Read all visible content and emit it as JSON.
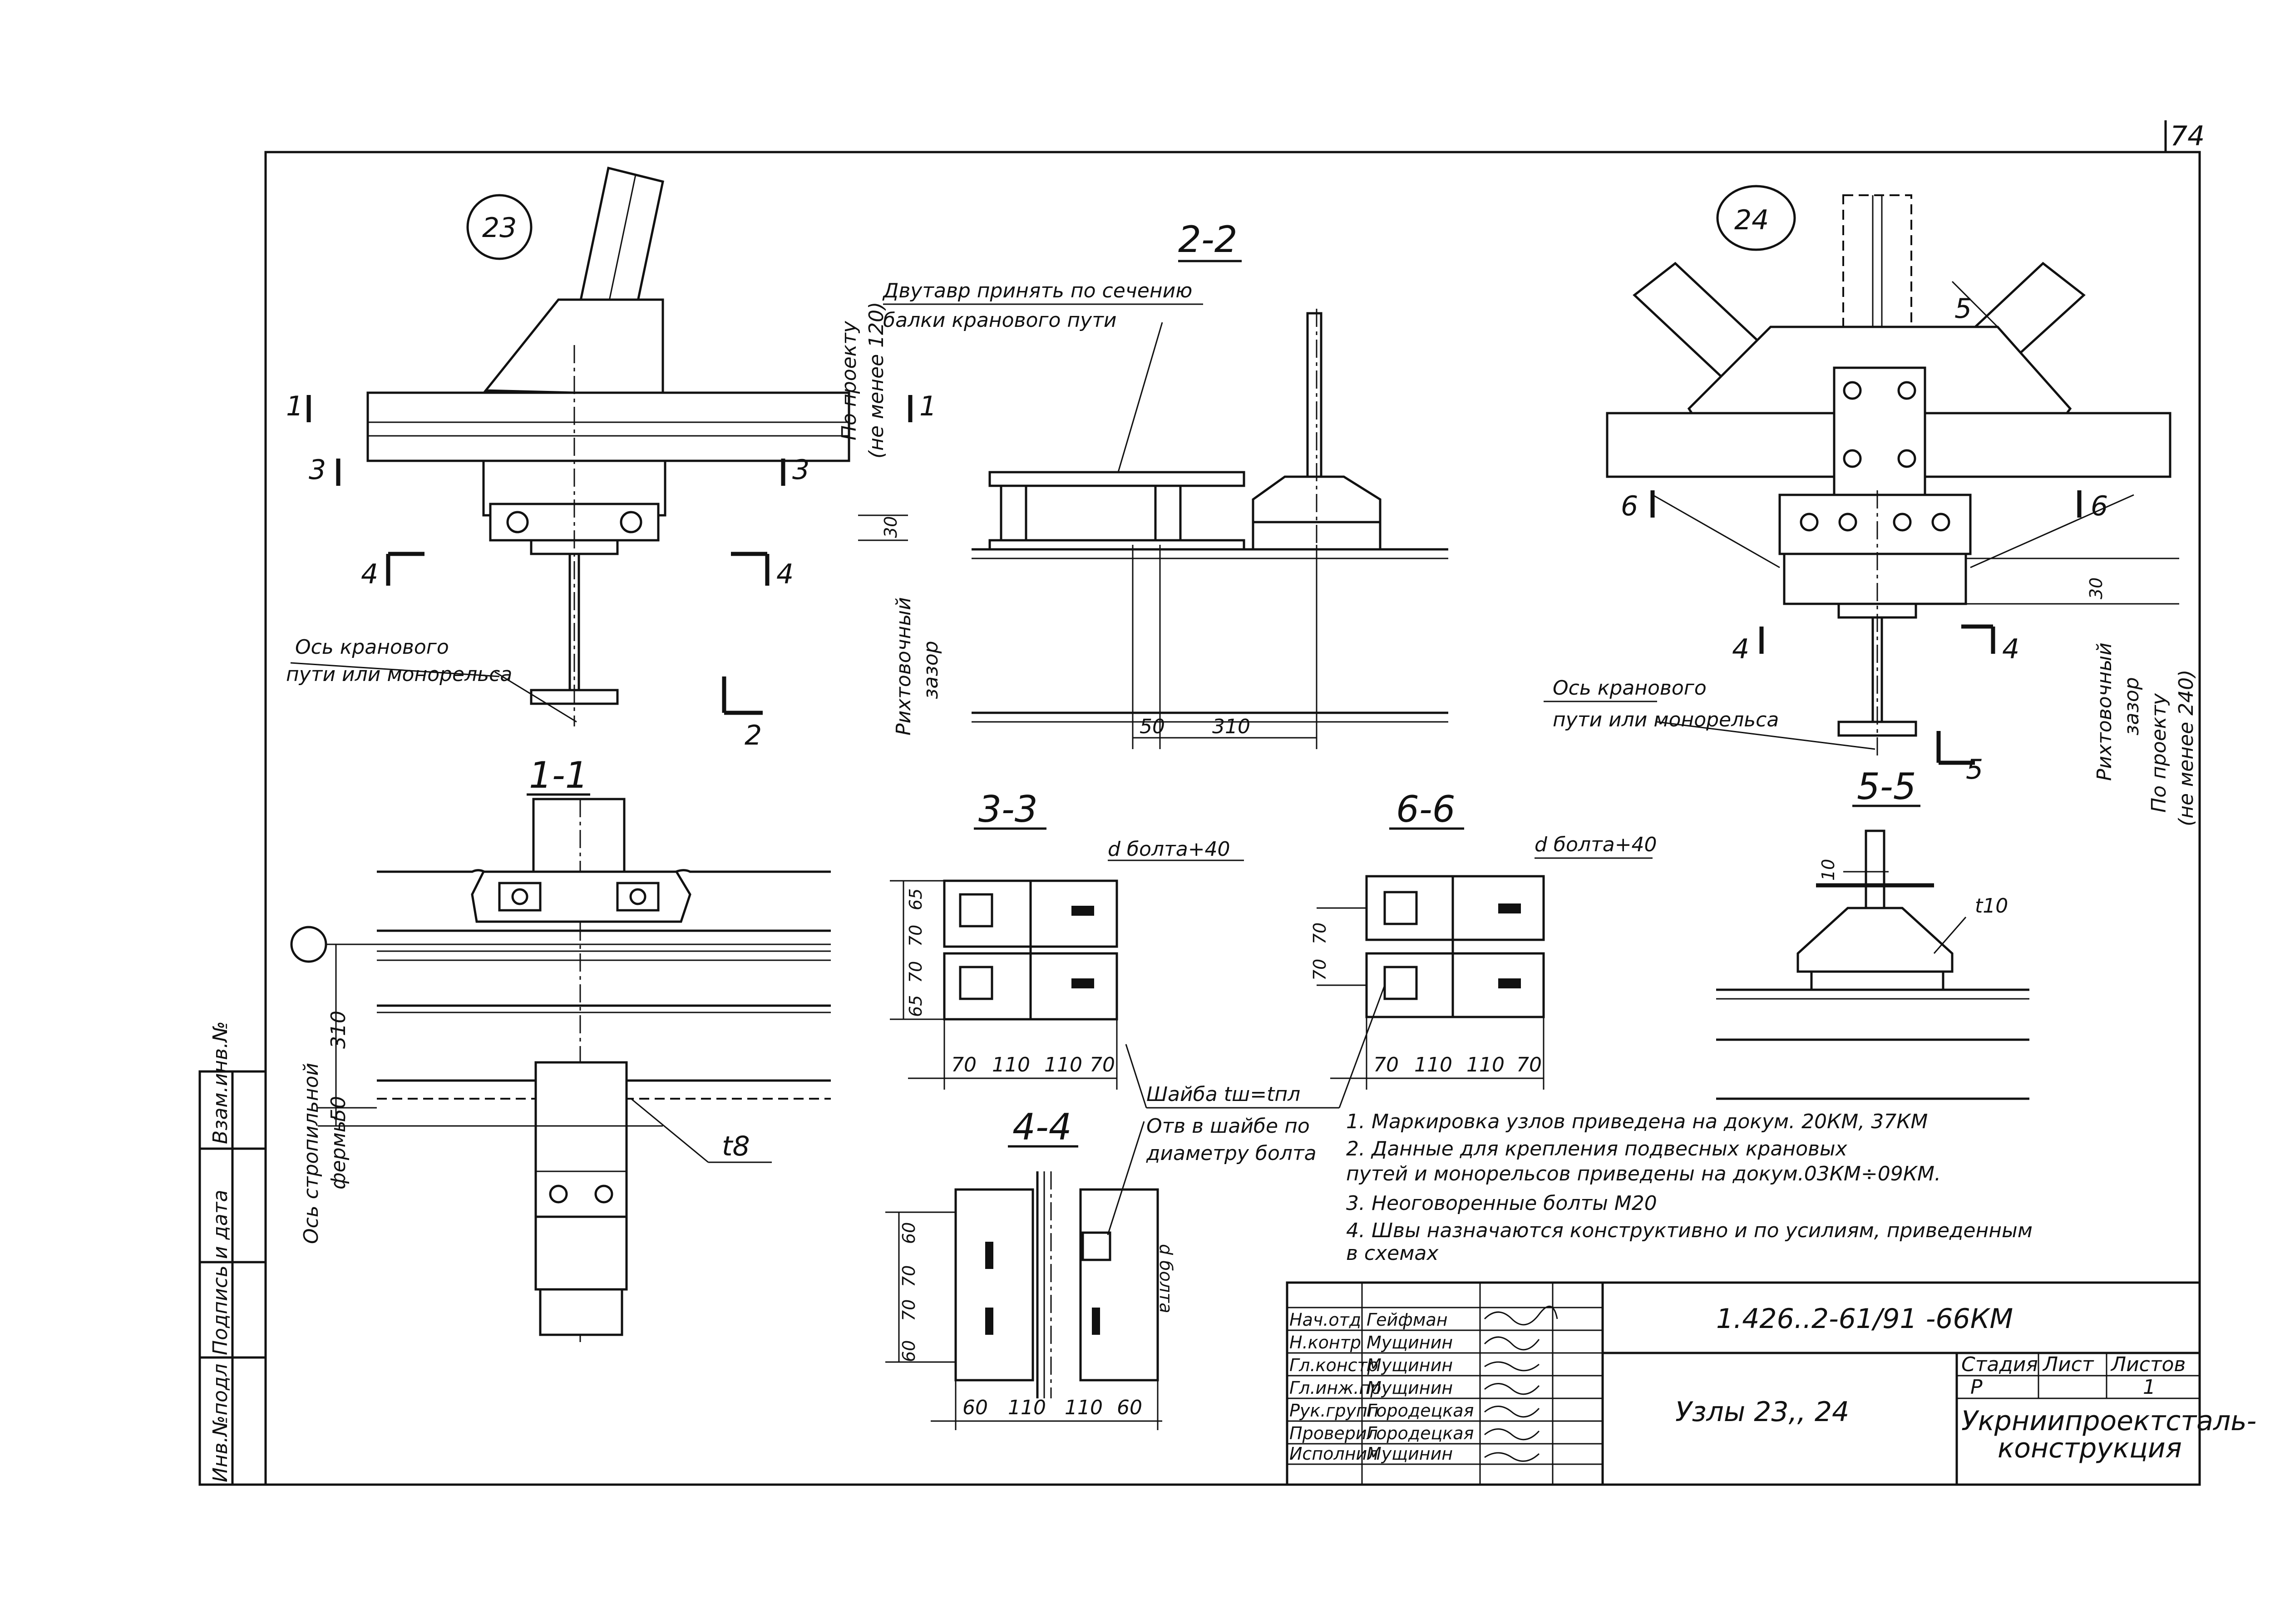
{
  "sheet": {
    "page_number": "74",
    "node_23": "23",
    "node_24": "24",
    "sections": {
      "s22": "2-2",
      "s11": "1-1",
      "s33": "3-3",
      "s66": "6-6",
      "s44": "4-4",
      "s55": "5-5"
    },
    "cut_marks": {
      "one": "1",
      "two": "2",
      "three": "3",
      "four": "4",
      "five": "5",
      "six": "6"
    },
    "labels": {
      "dvutavr": "Двутавр принять по сечению",
      "dvutavr2": "балки кранового пути",
      "po_proektu_a": "По проекту",
      "po_proektu_b": "(не менее 120)",
      "rikht_a": "Рихтовочный",
      "rikht_b": "зазор",
      "os_kran_a": "Ось кранового",
      "os_kran_b": "пути или монорельса",
      "os_strop_a": "Ось стропильной",
      "os_strop_b": "фермы",
      "d_bolta": "d болта+40",
      "shaiba": "Шайба tш=tпл",
      "otv_a": "Отв в шайбе по",
      "otv_b": "диаметру болта",
      "t8": "t8",
      "t10": "t10",
      "po_proektu2_b": "(не менее 240)",
      "d_hint": "d болта"
    },
    "dims": {
      "d50": "50",
      "d310": "310",
      "d30": "30",
      "d70": "70",
      "d110": "110",
      "d65": "65",
      "d60": "60",
      "d10": "10"
    },
    "notes": [
      "1. Маркировка узлов приведена на докум. 20КМ, 37КМ",
      "2. Данные для крепления подвесных крановых",
      "   путей и монорельсов приведены на   докум.03КМ÷09КМ.",
      "3. Неоговоренные болты М20",
      "4. Швы назначаются конструктивно  и по усилиям, приведенным",
      "   в схемах"
    ],
    "title_block": {
      "doc_code": "1.426..2-61/91  -66КМ",
      "title": "Узлы 23,, 24",
      "stage_header": "Стадия",
      "sheet_header": "Лист",
      "sheets_header": "Листов",
      "stage": "Р",
      "sheets": "1",
      "org_a": "Укрниипроектсталь-",
      "org_b": "конструкция",
      "signers": [
        {
          "role": "Нач.отд",
          "name": "Гейфман"
        },
        {
          "role": "Н.контр",
          "name": "Мущинин"
        },
        {
          "role": "Гл.констр",
          "name": "Мущинин"
        },
        {
          "role": "Гл.инж.пр",
          "name": "Мущинин"
        },
        {
          "role": "Рук.групп",
          "name": "Городецкая"
        },
        {
          "role": "Проверил",
          "name": "Городецкая"
        },
        {
          "role": "Исполнил",
          "name": "Мущинин"
        }
      ]
    },
    "side_stamp": [
      "Инв.№подл",
      "Подпись и дата",
      "Взам.инв.№"
    ]
  }
}
